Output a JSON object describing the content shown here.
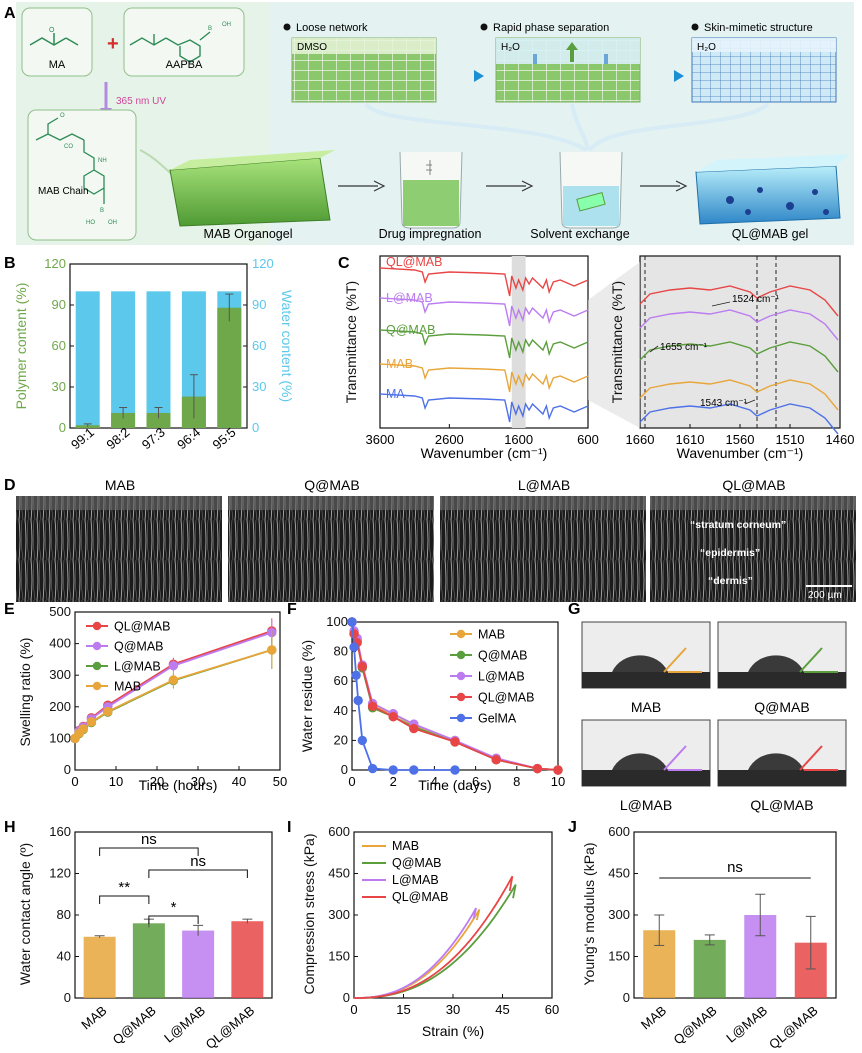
{
  "colors": {
    "mab": "#E8A63A",
    "q": "#5B9E3D",
    "l": "#BC7CF0",
    "ql": "#E84646",
    "gelma": "#4E71E8",
    "ma": "#4E71E8",
    "polymer": "#6FA84A",
    "water": "#5BC8EC",
    "panel_bg": "#E3F2E4",
    "stem_green": "#2E8B57"
  },
  "panelA": {
    "letter": "A",
    "ma": "MA",
    "aapba": "AAPBA",
    "plus": "+",
    "uv": "365 nm UV",
    "chain": "MAB Chain",
    "chem": {
      "o": "O",
      "co": "CO",
      "nh": "NH",
      "n": "N",
      "h": "H",
      "b": "B",
      "oh": "OH",
      "ho": "HO"
    },
    "stage1_title": "Loose network",
    "stage1_solvent": "DMSO",
    "stage2_title": "Rapid phase separation",
    "stage2_solvent": "H₂O",
    "stage3_title": "Skin-mimetic structure",
    "stage3_solvent": "H₂O",
    "steps": [
      "MAB Organogel",
      "Drug impregnation",
      "Solvent exchange",
      "QL@MAB gel"
    ]
  },
  "panelB": {
    "letter": "B"
  },
  "panelC": {
    "letter": "C",
    "left_ann": [],
    "right_ann": [
      "1524 cm⁻¹",
      "1655 cm⁻¹",
      "1543 cm⁻¹"
    ]
  },
  "panelD": {
    "letter": "D",
    "labels": [
      "MAB",
      "Q@MAB",
      "L@MAB",
      "QL@MAB"
    ],
    "annotations": [
      "“stratum corneum”",
      "“epidermis”",
      "“dermis”"
    ],
    "scale": "200 µm"
  },
  "panelE": {
    "letter": "E"
  },
  "panelF": {
    "letter": "F"
  },
  "panelG": {
    "letter": "G",
    "labels": [
      "MAB",
      "Q@MAB",
      "L@MAB",
      "QL@MAB"
    ]
  },
  "panelH": {
    "letter": "H",
    "sig": [
      "ns",
      "ns",
      "**",
      "*"
    ]
  },
  "panelI": {
    "letter": "I"
  },
  "panelJ": {
    "letter": "J",
    "sig": [
      "ns"
    ]
  },
  "chart_data": [
    {
      "id": "B",
      "type": "bar",
      "categories": [
        "99:1",
        "98:2",
        "97:3",
        "96:4",
        "95:5"
      ],
      "xlabel": "",
      "ylabel": "Polymer content (%)",
      "ylabel_right": "Water content (%)",
      "ylim": [
        0,
        120
      ],
      "ylim_right": [
        0,
        120
      ],
      "yticks": [
        0,
        30,
        60,
        90,
        120
      ],
      "series": [
        {
          "values": [
            100,
            100,
            100,
            100,
            100
          ],
          "axis": "right"
        },
        {
          "values": [
            2,
            11,
            11,
            23,
            88
          ],
          "errors": [
            1,
            4,
            4,
            16,
            10
          ],
          "axis": "left"
        }
      ]
    },
    {
      "id": "C-left",
      "type": "line",
      "xlabel": "Wavenumber (cm⁻¹)",
      "ylabel": "Transmittance (%T)",
      "xlim": [
        3600,
        600
      ],
      "xticks": [
        3600,
        2600,
        1600,
        600
      ],
      "series": [
        {
          "name": "QL@MAB"
        },
        {
          "name": "L@MAB"
        },
        {
          "name": "Q@MAB"
        },
        {
          "name": "MAB"
        },
        {
          "name": "MA"
        }
      ]
    },
    {
      "id": "C-right",
      "type": "line",
      "xlabel": "Wavenumber (cm⁻¹)",
      "ylabel": "Transmittance (%T)",
      "xlim": [
        1660,
        1460
      ],
      "xticks": [
        1660,
        1610,
        1560,
        1510,
        1460
      ]
    },
    {
      "id": "E",
      "type": "line",
      "xlabel": "Time (hours)",
      "ylabel": "Swelling ratio (%)",
      "xlim": [
        0,
        50
      ],
      "ylim": [
        0,
        500
      ],
      "xticks": [
        0,
        10,
        20,
        30,
        40,
        50
      ],
      "yticks": [
        0,
        100,
        200,
        300,
        400,
        500
      ],
      "legend": "top-left",
      "x": [
        0,
        1,
        2,
        4,
        8,
        24,
        48
      ],
      "series": [
        {
          "name": "QL@MAB",
          "values": [
            100,
            125,
            138,
            165,
            205,
            335,
            440
          ],
          "errors": [
            5,
            8,
            8,
            10,
            12,
            20,
            40
          ]
        },
        {
          "name": "Q@MAB",
          "values": [
            100,
            123,
            136,
            162,
            200,
            330,
            435
          ],
          "errors": [
            5,
            8,
            8,
            10,
            12,
            20,
            40
          ]
        },
        {
          "name": "L@MAB",
          "values": [
            100,
            115,
            128,
            150,
            183,
            283,
            380
          ],
          "errors": [
            5,
            8,
            8,
            10,
            12,
            25,
            60
          ]
        },
        {
          "name": "MAB",
          "values": [
            100,
            116,
            130,
            152,
            185,
            285,
            380
          ],
          "errors": [
            5,
            8,
            8,
            10,
            12,
            25,
            60
          ]
        }
      ]
    },
    {
      "id": "F",
      "type": "line",
      "xlabel": "Time (days)",
      "ylabel": "Water residue (%)",
      "xlim": [
        0,
        10
      ],
      "ylim": [
        0,
        100
      ],
      "xticks": [
        0,
        2,
        4,
        6,
        8,
        10
      ],
      "yticks": [
        0,
        20,
        40,
        60,
        80,
        100
      ],
      "legend": "top-right",
      "series": [
        {
          "name": "MAB",
          "x": [
            0,
            0.1,
            0.25,
            0.5,
            1,
            2,
            3,
            5,
            7,
            9,
            10
          ],
          "values": [
            100,
            93,
            88,
            70,
            43,
            38,
            30,
            20,
            7,
            1,
            0
          ]
        },
        {
          "name": "Q@MAB",
          "x": [
            0,
            0.1,
            0.25,
            0.5,
            1,
            2,
            3,
            5,
            7,
            9,
            10
          ],
          "values": [
            100,
            92,
            87,
            69,
            42,
            36,
            29,
            19,
            7,
            1,
            0
          ]
        },
        {
          "name": "L@MAB",
          "x": [
            0,
            0.1,
            0.25,
            0.5,
            1,
            2,
            3,
            5,
            7,
            9,
            10
          ],
          "values": [
            100,
            94,
            89,
            71,
            45,
            38,
            31,
            20,
            8,
            1,
            0
          ]
        },
        {
          "name": "QL@MAB",
          "x": [
            0,
            0.1,
            0.25,
            0.5,
            1,
            2,
            3,
            5,
            7,
            9,
            10
          ],
          "values": [
            100,
            92,
            86,
            70,
            43,
            36,
            28,
            19,
            7,
            1,
            0
          ]
        },
        {
          "name": "GelMA",
          "x": [
            0,
            0.1,
            0.2,
            0.3,
            0.5,
            1,
            2,
            3,
            5
          ],
          "values": [
            100,
            83,
            64,
            47,
            20,
            1,
            0,
            0,
            0
          ]
        }
      ]
    },
    {
      "id": "H",
      "type": "bar",
      "categories": [
        "MAB",
        "Q@MAB",
        "L@MAB",
        "QL@MAB"
      ],
      "ylabel": "Water contact angle (º)",
      "ylim": [
        0,
        160
      ],
      "yticks": [
        0,
        40,
        80,
        120,
        160
      ],
      "values": [
        59,
        72,
        65,
        74
      ],
      "errors": [
        1,
        4,
        5,
        2
      ]
    },
    {
      "id": "I",
      "type": "line",
      "xlabel": "Strain (%)",
      "ylabel": "Compression stress (kPa)",
      "xlim": [
        0,
        60
      ],
      "ylim": [
        0,
        600
      ],
      "xticks": [
        0,
        15,
        30,
        45,
        60
      ],
      "yticks": [
        0,
        150,
        300,
        450,
        600
      ],
      "legend": "top-left",
      "series": [
        {
          "name": "MAB",
          "end": [
            38,
            320
          ]
        },
        {
          "name": "Q@MAB",
          "end": [
            49,
            410
          ]
        },
        {
          "name": "L@MAB",
          "end": [
            37,
            325
          ]
        },
        {
          "name": "QL@MAB",
          "end": [
            48,
            440
          ]
        }
      ]
    },
    {
      "id": "J",
      "type": "bar",
      "categories": [
        "MAB",
        "Q@MAB",
        "L@MAB",
        "QL@MAB"
      ],
      "ylabel": "Young's modulus (kPa)",
      "ylim": [
        0,
        600
      ],
      "yticks": [
        0,
        150,
        300,
        450,
        600
      ],
      "values": [
        245,
        210,
        300,
        200
      ],
      "errors": [
        55,
        18,
        75,
        95
      ]
    }
  ]
}
